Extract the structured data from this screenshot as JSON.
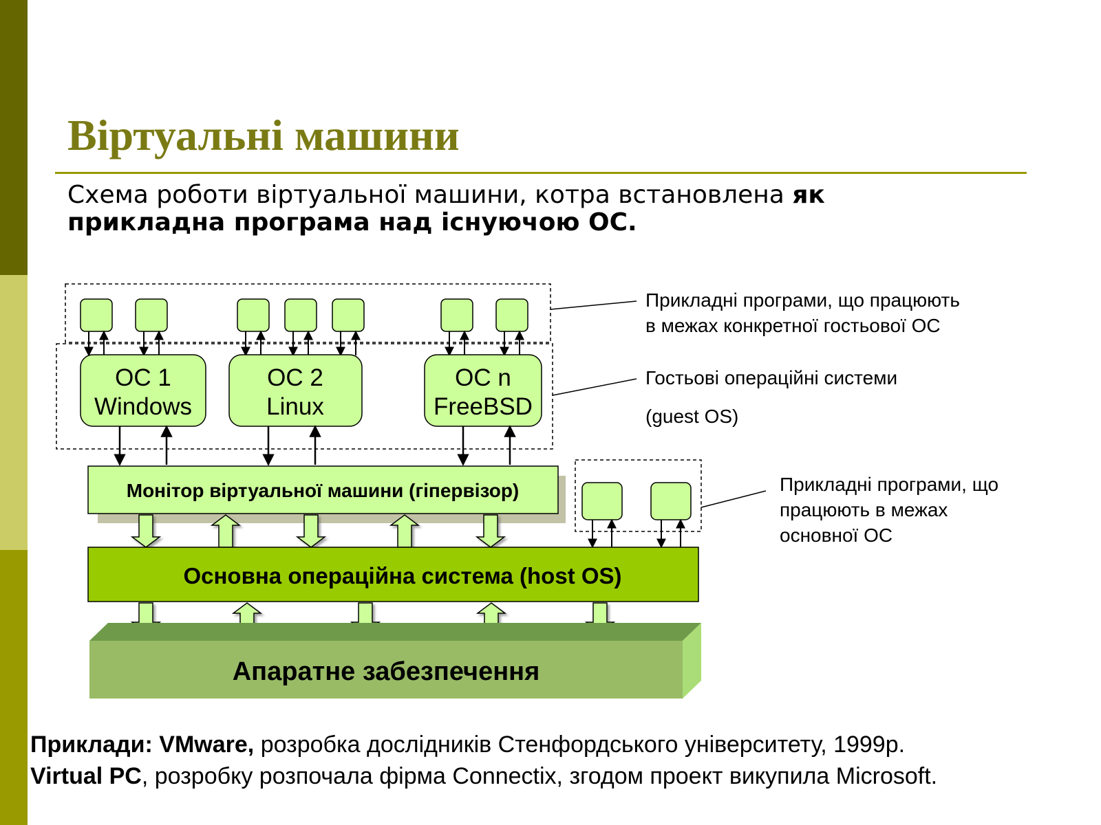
{
  "slide": {
    "title": "Віртуальні машини",
    "subtitle_normal": "Схема роботи віртуальної машини, котра встановлена ",
    "subtitle_bold": "як прикладна програма над існуючою ОС."
  },
  "diagram": {
    "guest_os": [
      {
        "line1": "ОС 1",
        "line2": "Windows"
      },
      {
        "line1": "ОС 2",
        "line2": "Linux"
      },
      {
        "line1": "ОС n",
        "line2": "FreeBSD"
      }
    ],
    "hypervisor_label": "Монітор віртуальної машини (гіпервізор)",
    "host_os_label": "Основна операційна система (host OS)",
    "hardware_label": "Апаратне забезпечення",
    "annotations": {
      "guest_apps": [
        "Прикладні програми, що працюють",
        "в межах конкретної гостьової ОС"
      ],
      "guest_os": [
        "Гостьові операційні системи",
        "(guest OS)"
      ],
      "host_apps": [
        "Прикладні програми, що",
        "працюють в межах",
        "основної ОС"
      ]
    },
    "colors": {
      "light_green": "#ccff99",
      "host_green": "#99cc00",
      "hardware_green": "#99bb66"
    }
  },
  "footer": {
    "line1_bold": "Приклади: VMware,",
    "line1_normal": " розробка дослідників Стенфордського університету, 1999р.",
    "line2_bold": "Virtual PC",
    "line2_normal": ", розробку розпочала фірма Connectix, згодом проект викупила Microsoft."
  }
}
